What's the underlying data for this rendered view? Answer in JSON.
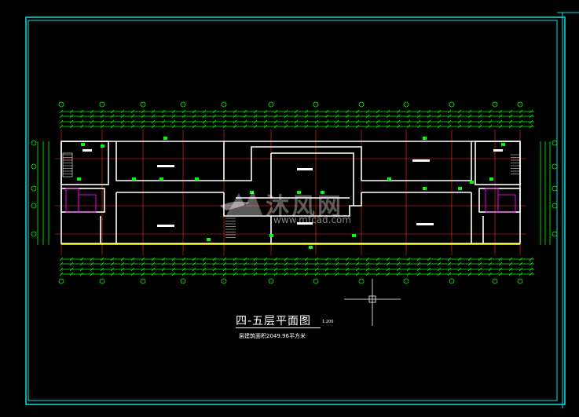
{
  "drawing": {
    "title": "四-五层平面图",
    "scale": "1:200",
    "subtitle": "层建筑面积2049.96平方米"
  },
  "watermark": {
    "brand": "沐风网",
    "url": "www.mfcad.com"
  },
  "colors": {
    "frame": "#00e5e5",
    "wall": "#ffffff",
    "grid": "#ff2a2a",
    "dim": "#00ff00",
    "stair": "#ffff00",
    "toilet": "#ff00ff"
  }
}
